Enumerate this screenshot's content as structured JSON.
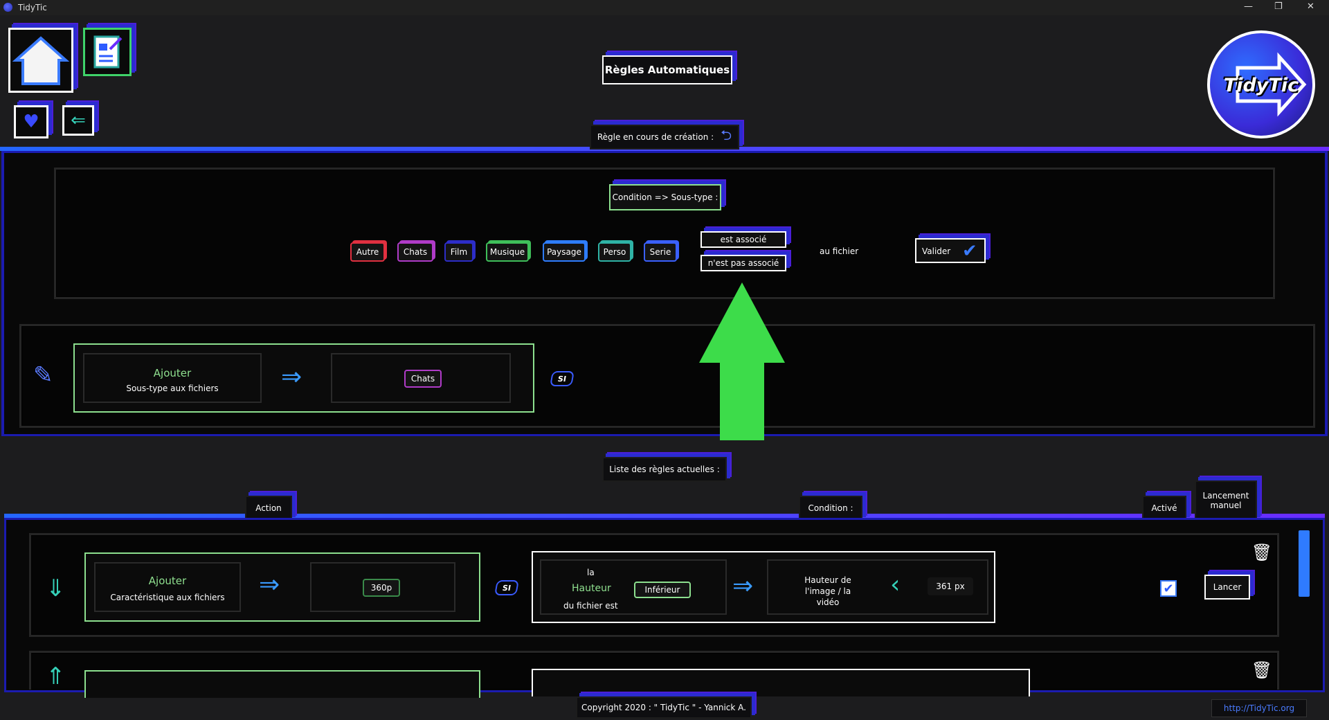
{
  "window": {
    "title": "TidyTic",
    "minimize": "—",
    "maximize": "❐",
    "close": "✕"
  },
  "header": {
    "title": "Règles Automatiques",
    "logo_text": "TidyTic"
  },
  "creation": {
    "section_label": "Règle en cours de création :",
    "condition_label": "Condition => Sous-type :",
    "subtypes": [
      {
        "label": "Autre",
        "color": "#e03040"
      },
      {
        "label": "Chats",
        "color": "#b03bc8"
      },
      {
        "label": "Film",
        "color": "#2d2dc8"
      },
      {
        "label": "Musique",
        "color": "#3fbf5a"
      },
      {
        "label": "Paysage",
        "color": "#2e7dff"
      },
      {
        "label": "Perso",
        "color": "#2fb3a6"
      },
      {
        "label": "Serie",
        "color": "#3a60ff"
      }
    ],
    "assoc_yes": "est associé",
    "assoc_no": "n'est pas associé",
    "au_fichier": "au fichier",
    "validate": "Valider",
    "preview": {
      "action_title": "Ajouter",
      "action_sub": "Sous-type aux fichiers",
      "value": "Chats",
      "si": "SI"
    }
  },
  "list": {
    "section_label": "Liste des règles actuelles :",
    "headers": {
      "action": "Action",
      "condition": "Condition :",
      "active": "Activé",
      "manual": "Lancement manuel"
    },
    "rows": [
      {
        "action_title": "Ajouter",
        "action_sub": "Caractéristique aux fichiers",
        "value": "360p",
        "si": "SI",
        "cond_la": "la",
        "cond_attr": "Hauteur",
        "cond_du": "du fichier est",
        "operator": "Inférieur",
        "target": "Hauteur de l'image / la vidéo",
        "limit": "361 px",
        "run": "Lancer"
      }
    ]
  },
  "footer": {
    "copyright": "Copyright 2020 : \" TidyTic \" - Yannick A.",
    "url": "http://TidyTic.org"
  },
  "colors": {
    "accent_blue": "#2466ff",
    "accent_violet": "#6a2cff",
    "arrow_green": "#3ddc4a"
  }
}
